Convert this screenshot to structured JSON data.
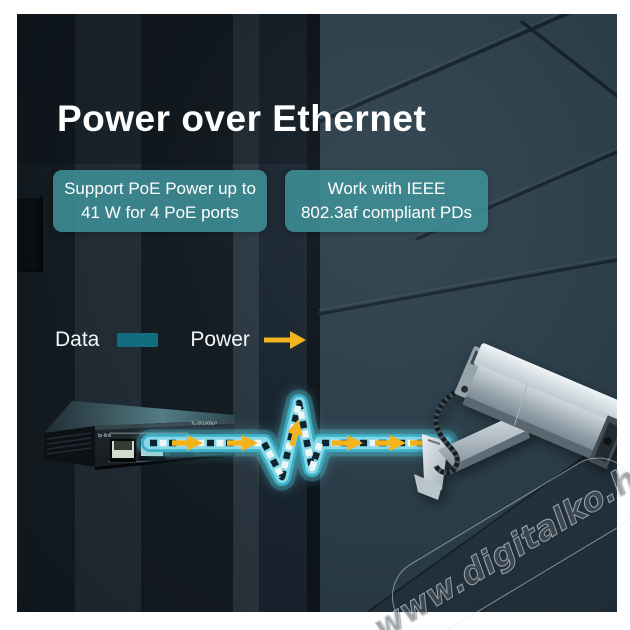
{
  "title": "Power over Ethernet",
  "badges": [
    {
      "line1": "Support PoE Power up to",
      "line2": "41 W for 4 PoE ports"
    },
    {
      "line1": "Work with IEEE",
      "line2": "802.3af compliant PDs"
    }
  ],
  "legend": {
    "data_label": "Data",
    "power_label": "Power"
  },
  "switch_device": {
    "brand": "tp-link",
    "model": "TL-SF1005LP"
  },
  "watermark": {
    "text": "www.digitalko.hu"
  },
  "colors": {
    "badge_teal": "#3E8D95",
    "legend_data_swatch": "#136D7F",
    "power_arrow_yellow": "#F2B31D",
    "cable_cyan_body": "#85D8E6",
    "cable_cyan_edge": "#3AAFC6",
    "data_dash_dark": "#0D2433",
    "data_dash_light": "#EDF6F7",
    "wall_dark": "#1C2730",
    "wall_light": "#2C3F4B",
    "title_text": "#FFFFFF"
  }
}
